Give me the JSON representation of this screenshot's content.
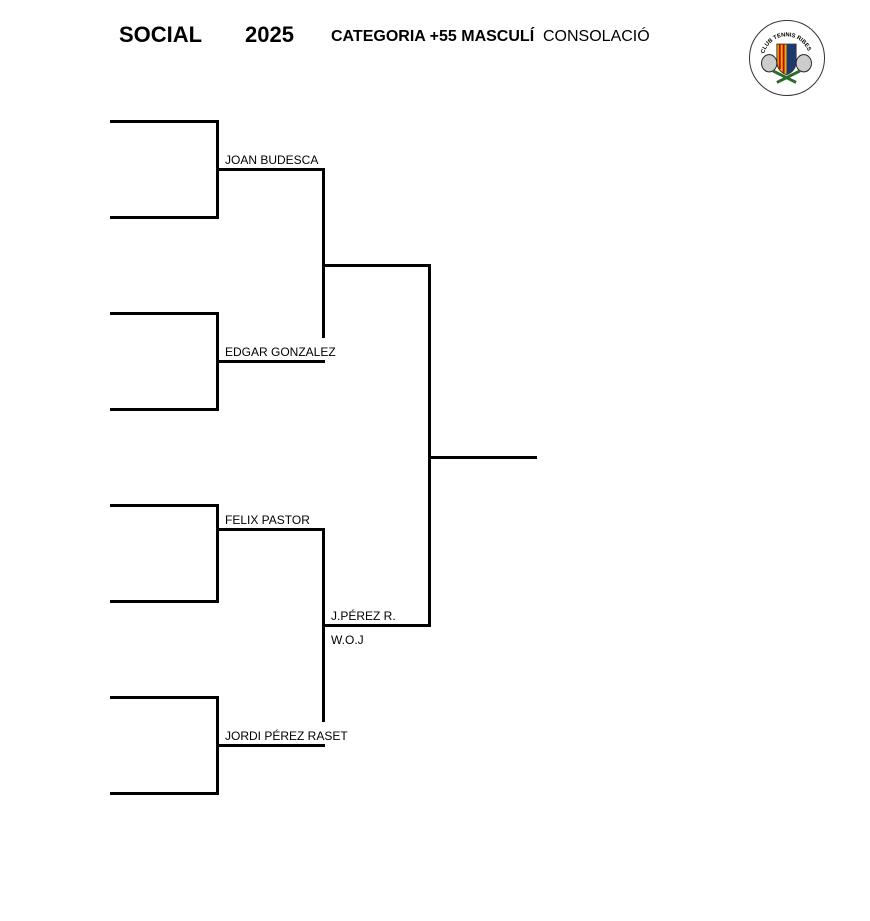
{
  "header": {
    "title": "SOCIAL",
    "year": "2025",
    "category": "CATEGORIA +55 MASCULÍ",
    "draw_type": "CONSOLACIÓ",
    "logo_text": "CLUB TENNIS RIBES"
  },
  "bracket": {
    "round2": [
      "JOAN BUDESCA",
      "EDGAR GONZALEZ",
      "FELIX PASTOR",
      "JORDI PÉREZ RASET"
    ],
    "semifinal_winner": "J.PÉREZ R.",
    "semifinal_note": "W.O.J"
  }
}
